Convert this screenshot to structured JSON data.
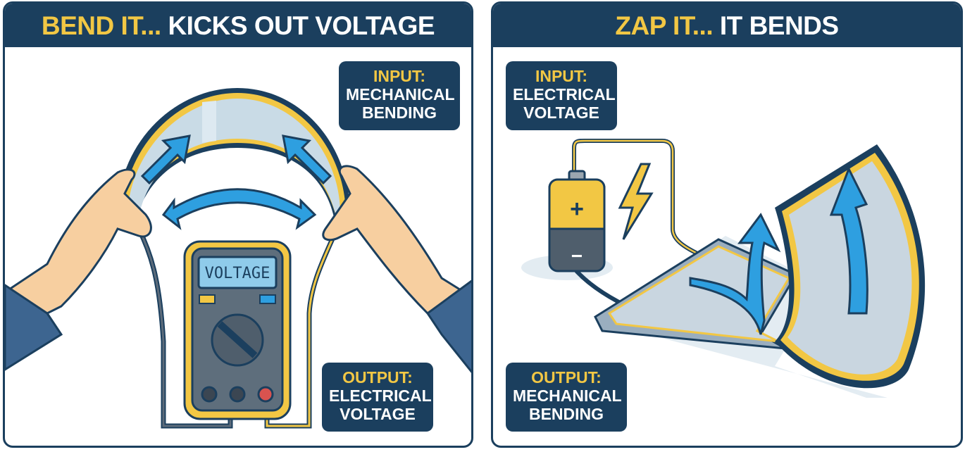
{
  "left_panel": {
    "title_highlight": "BEND IT...",
    "title_rest": "KICKS OUT VOLTAGE",
    "input_box": {
      "label": "INPUT:",
      "line1": "MECHANICAL",
      "line2": "BENDING"
    },
    "output_box": {
      "label": "OUTPUT:",
      "line1": "ELECTRICAL",
      "line2": "VOLTAGE"
    },
    "meter_display": "VOLTAGE"
  },
  "right_panel": {
    "title_highlight": "ZAP IT...",
    "title_rest": "IT BENDS",
    "input_box": {
      "label": "INPUT:",
      "line1": "ELECTRICAL",
      "line2": "VOLTAGE"
    },
    "output_box": {
      "label": "OUTPUT:",
      "line1": "MECHANICAL",
      "line2": "BENDING"
    },
    "battery_plus": "+",
    "battery_minus": "−"
  },
  "colors": {
    "navy": "#1b3f5e",
    "yellow": "#f2c744",
    "arrow_blue": "#2e9fe0",
    "skin": "#f7cfa0",
    "sleeve": "#3d6590"
  }
}
